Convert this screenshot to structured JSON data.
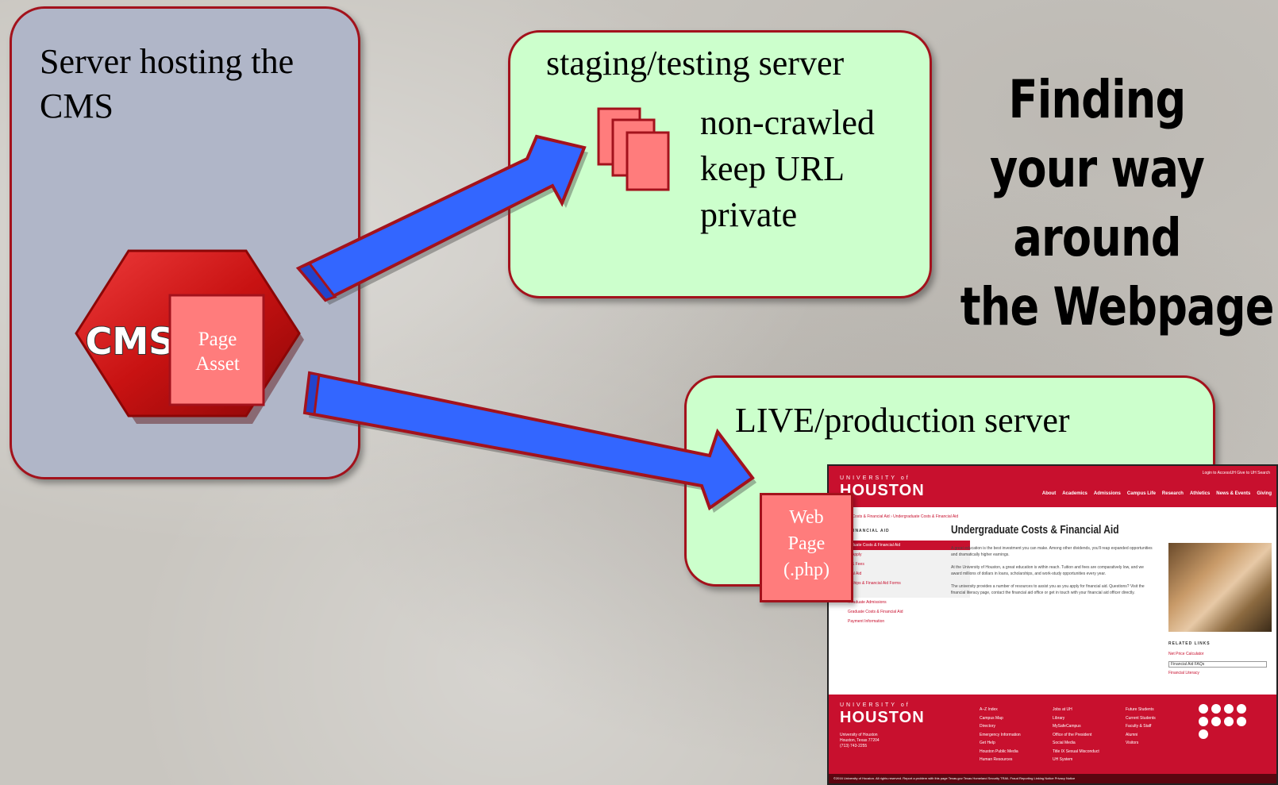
{
  "title": [
    "Finding",
    "your way",
    "around",
    "the Webpage"
  ],
  "cms_server": {
    "title": "Server hosting the CMS",
    "cms_label": "CMS",
    "page_asset_lines": [
      "Page",
      "Asset"
    ]
  },
  "staging_server": {
    "title": "staging/testing server",
    "notes": [
      "non-crawled",
      "keep URL",
      "private"
    ]
  },
  "live_server": {
    "title": "LIVE/production server",
    "web_page_lines": [
      "Web",
      "Page",
      "(.php)"
    ]
  },
  "colors": {
    "arrow": "#3366ff",
    "border": "#a3121c",
    "server_bg": "#b0b6c8",
    "target_bg": "#ccffcc",
    "doc_fill": "#ff7c7c",
    "hexagon": "#cc1111"
  },
  "website": {
    "header_small": "UNIVERSITY of",
    "header_big": "HOUSTON",
    "utility": "Login to AccessUH   Give to UH   Search",
    "nav": [
      "About",
      "Academics",
      "Admissions",
      "Campus Life",
      "Research",
      "Athletics",
      "News & Events",
      "Giving"
    ],
    "breadcrumb": "… › Costs & Financial Aid › Undergraduate Costs & Financial Aid",
    "sidebar_title": "& FINANCIAL AID",
    "sidebar_items": [
      "…duate Costs & Financial Aid",
      "…Apply",
      "…& Fees",
      "…al Aid",
      "…ships & Financial Aid Forms",
      "",
      "…raduate Admissions",
      "Graduate Costs & Financial Aid",
      "Payment Information"
    ],
    "heading": "Undergraduate Costs & Financial Aid",
    "paragraphs": [
      "A great education is the best investment you can make. Among other dividends, you'll reap expanded opportunities and dramatically higher earnings.",
      "At the University of Houston, a great education is within reach. Tuition and fees are comparatively low, and we award millions of dollars in loans, scholarships, and work-study opportunities every year.",
      "The university provides a number of resources to assist you as you apply for financial aid. Questions? Visit the financial literacy page, contact the financial aid office or get in touch with your financial aid officer directly."
    ],
    "related_title": "RELATED LINKS",
    "related_links": [
      "Net Price Calculator",
      "Financial Aid FAQs",
      "Financial Literacy"
    ],
    "footer_address": [
      "University of Houston",
      "Houston, Texas 77204",
      "(713) 743-2255"
    ],
    "footer_col1": [
      "A–Z Index",
      "Campus Map",
      "Directory",
      "Emergency Information",
      "Get Help",
      "Houston Public Media",
      "Human Resources"
    ],
    "footer_col2": [
      "Jobs at UH",
      "Library",
      "MySafeCampus",
      "Office of the President",
      "Social Media",
      "Title IX Sexual Misconduct",
      "UH System"
    ],
    "footer_col3": [
      "Future Students",
      "Current Students",
      "Faculty & Staff",
      "Alumni",
      "Visitors"
    ],
    "bottom_bar": "©2016 University of Houston. All rights reserved.   Report a problem with this page   Texas.gov   Texas Homeland Security   TRAIL   Fraud Reporting   Linking Notice   Privacy Notice"
  }
}
